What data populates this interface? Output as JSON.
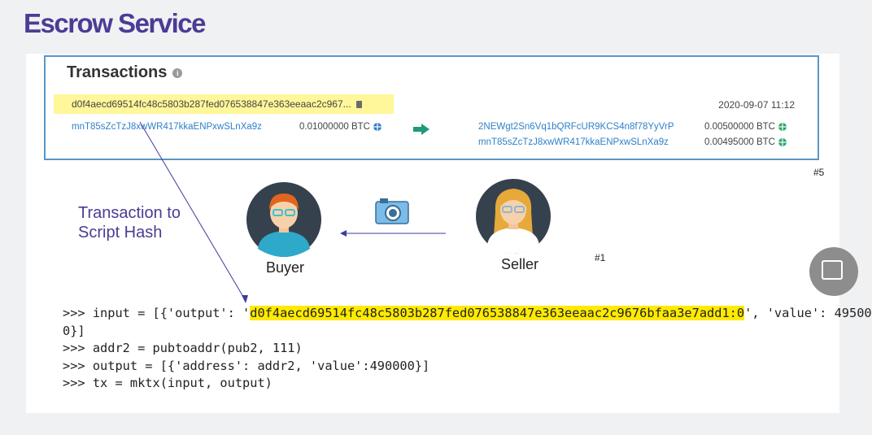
{
  "slide": {
    "title": "Escrow Service"
  },
  "transactions": {
    "header": "Transactions",
    "hash": "d0f4aecd69514fc48c5803b287fed076538847e363eeaac2c967...",
    "date": "2020-09-07 11:12",
    "input": {
      "address": "mnT85sZcTzJ8xwWR417kkaENPxwSLnXa9z",
      "amount": "0.01000000 BTC"
    },
    "outputs": [
      {
        "address": "2NEWgt2Sn6Vq1bQRFcUR9KCS4n8f78YyVrP",
        "amount": "0.00500000 BTC"
      },
      {
        "address": "mnT85sZcTzJ8xwWR417kkaENPxwSLnXa9z",
        "amount": "0.00495000 BTC"
      }
    ]
  },
  "markers": {
    "five": "#5",
    "one": "#1"
  },
  "diagram": {
    "label_line1": "Transaction to",
    "label_line2": "Script Hash",
    "buyer": "Buyer",
    "seller": "Seller"
  },
  "code": {
    "l1_prefix": ">>> input = [{'output': '",
    "l1_highlight": "d0f4aecd69514fc48c5803b287fed076538847e363eeaac2c9676bfaa3e7add1:0",
    "l1_suffix": "', 'value': 49500",
    "l2": "0}]",
    "l3": ">>> addr2 = pubtoaddr(pub2, 111)",
    "l4": ">>> output = [{'address': addr2, 'value':490000}]",
    "l5": ">>> tx = mktx(input, output)"
  },
  "colors": {
    "title": "#4b3c95",
    "link": "#2f80c9",
    "highlight": "#ffea00",
    "box_border": "#5b96c6"
  }
}
